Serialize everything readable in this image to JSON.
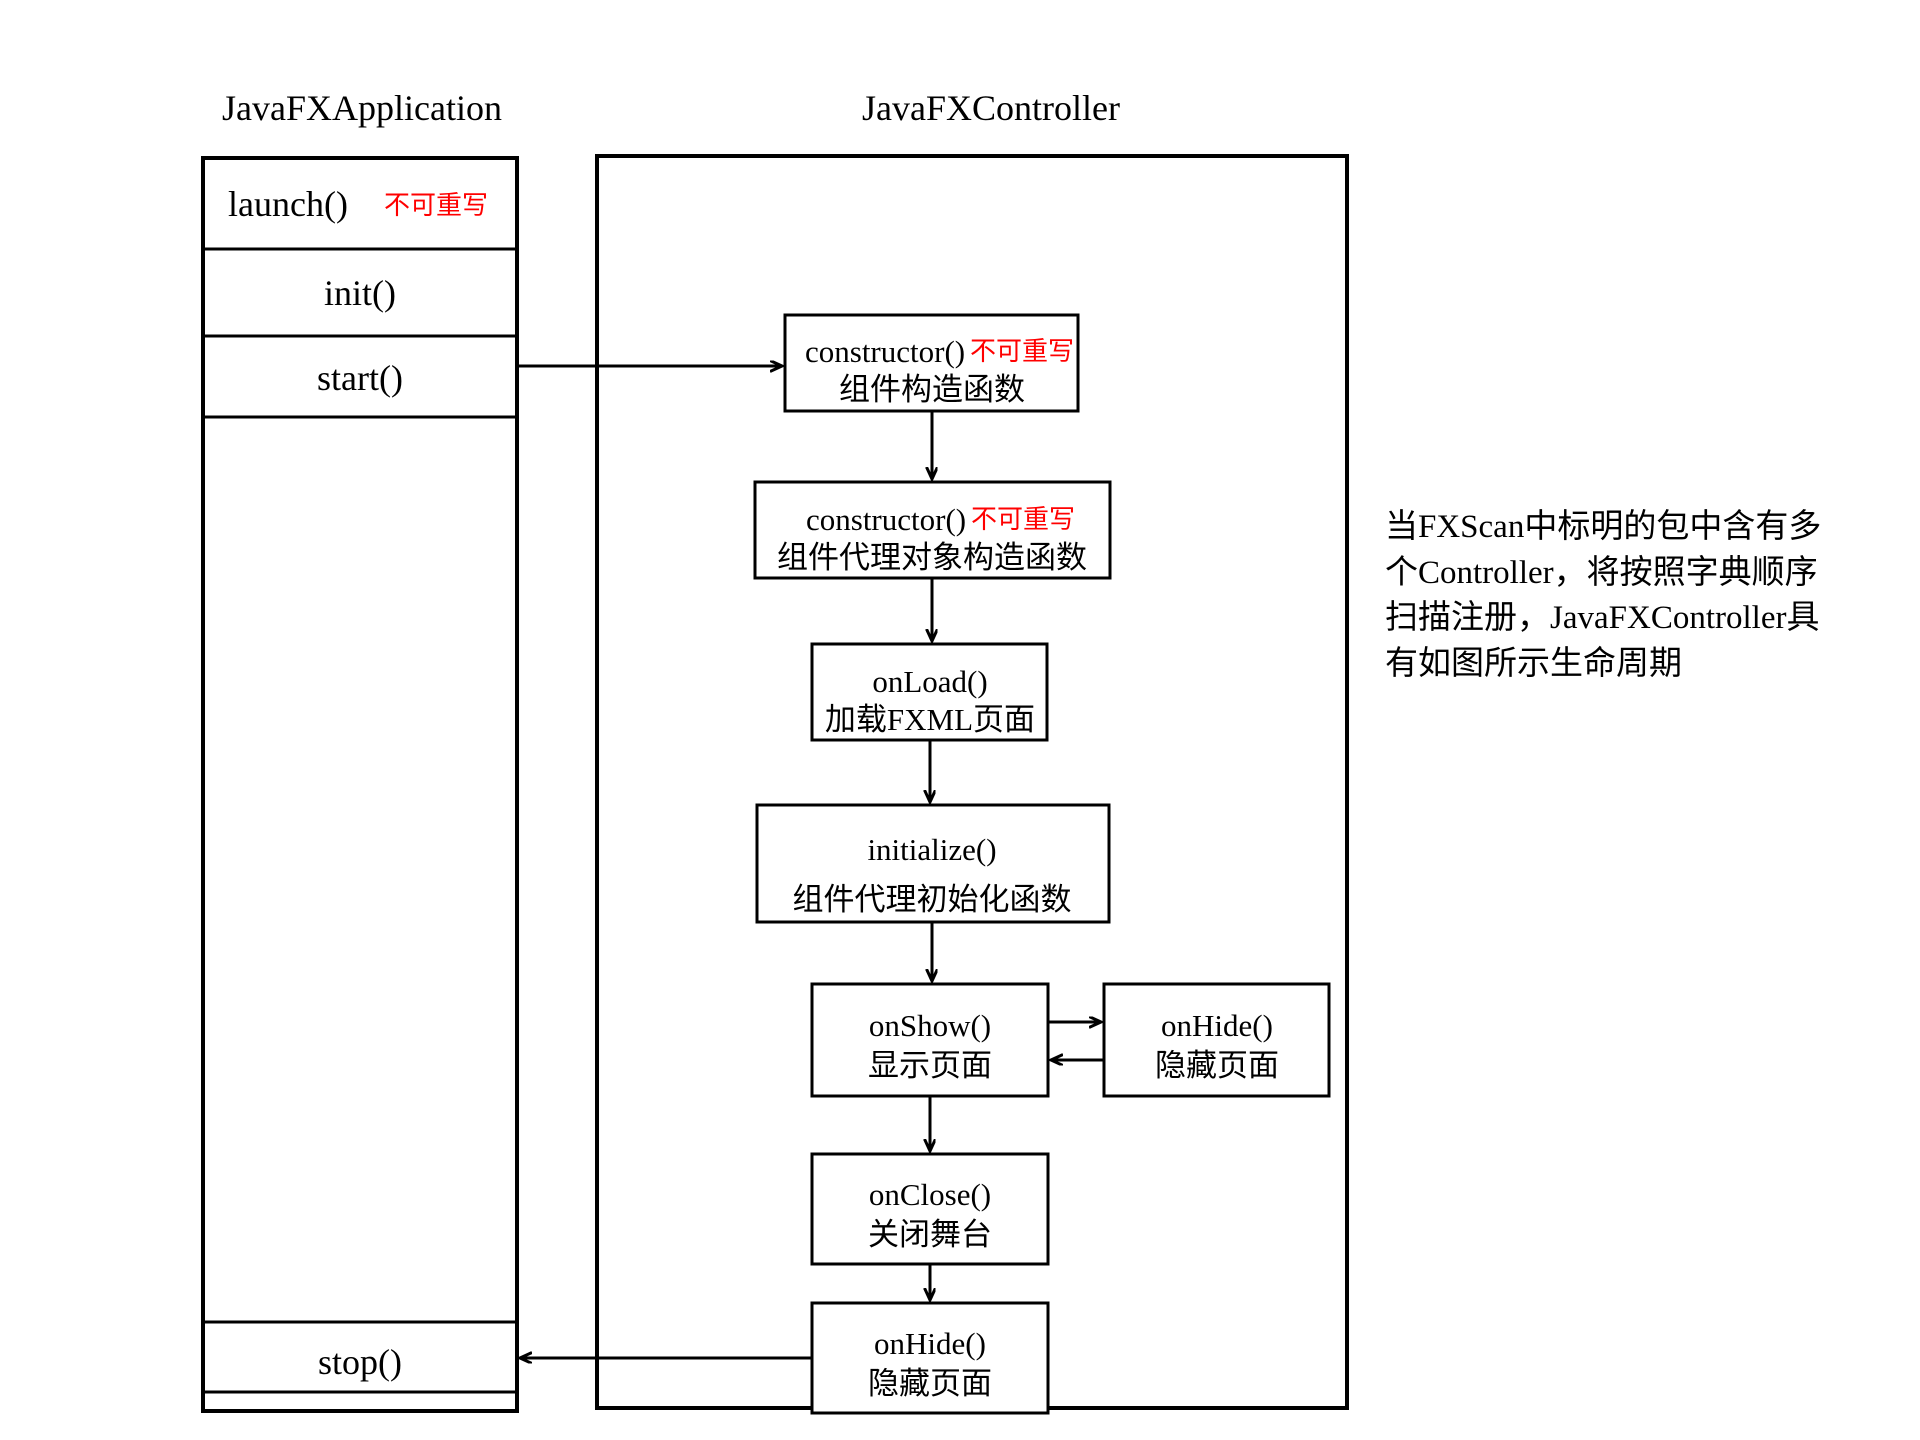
{
  "colors": {
    "stroke": "#000000",
    "background": "#ffffff",
    "warning": "#ff0000"
  },
  "lanes": [
    {
      "id": "application",
      "title": "JavaFXApplication"
    },
    {
      "id": "controller",
      "title": "JavaFXController"
    }
  ],
  "application_lane": {
    "title": "JavaFXApplication",
    "rows": [
      {
        "id": "launch",
        "label": "launch()",
        "warning": "不可重写"
      },
      {
        "id": "init",
        "label": "init()",
        "warning": ""
      },
      {
        "id": "start",
        "label": "start()",
        "warning": ""
      },
      {
        "id": "spacer-top",
        "label": "",
        "warning": ""
      },
      {
        "id": "stop",
        "label": "stop()",
        "warning": ""
      },
      {
        "id": "spacer-bottom",
        "label": "",
        "warning": ""
      }
    ]
  },
  "controller_lane": {
    "title": "JavaFXController",
    "steps": [
      {
        "id": "constructor-component",
        "label": "constructor()",
        "warning": "不可重写",
        "sublabel": "组件构造函数"
      },
      {
        "id": "constructor-proxy",
        "label": "constructor()",
        "warning": "不可重写",
        "sublabel": "组件代理对象构造函数"
      },
      {
        "id": "onload",
        "label": "onLoad()",
        "warning": "",
        "sublabel": "加载FXML页面"
      },
      {
        "id": "initialize",
        "label": "initialize()",
        "warning": "",
        "sublabel": "组件代理初始化函数"
      },
      {
        "id": "onshow",
        "label": "onShow()",
        "warning": "",
        "sublabel": "显示页面"
      },
      {
        "id": "onhide-side",
        "label": "onHide()",
        "warning": "",
        "sublabel": "隐藏页面"
      },
      {
        "id": "onclose",
        "label": "onClose()",
        "warning": "",
        "sublabel": "关闭舞台"
      },
      {
        "id": "onhide-final",
        "label": "onHide()",
        "warning": "",
        "sublabel": "隐藏页面"
      }
    ]
  },
  "connections": [
    {
      "id": "start-to-constructor",
      "from": "start",
      "to": "constructor-component",
      "direction": "right"
    },
    {
      "id": "constructor-to-proxy",
      "from": "constructor-component",
      "to": "constructor-proxy",
      "direction": "down"
    },
    {
      "id": "proxy-to-onload",
      "from": "constructor-proxy",
      "to": "onload",
      "direction": "down"
    },
    {
      "id": "onload-to-initialize",
      "from": "onload",
      "to": "initialize",
      "direction": "down"
    },
    {
      "id": "initialize-to-onshow",
      "from": "initialize",
      "to": "onshow",
      "direction": "down"
    },
    {
      "id": "onshow-to-onhide",
      "from": "onshow",
      "to": "onhide-side",
      "direction": "right"
    },
    {
      "id": "onhide-to-onshow",
      "from": "onhide-side",
      "to": "onshow",
      "direction": "left"
    },
    {
      "id": "onshow-to-onclose",
      "from": "onshow",
      "to": "onclose",
      "direction": "down"
    },
    {
      "id": "onclose-to-onhide-final",
      "from": "onclose",
      "to": "onhide-final",
      "direction": "down"
    },
    {
      "id": "onhide-final-to-stop",
      "from": "onhide-final",
      "to": "stop",
      "direction": "left"
    }
  ],
  "note": {
    "id": "controller-scan-note",
    "text": "当FXScan中标明的包中含有多个Controller，将按照字典顺序扫描注册，JavaFXController具有如图所示生命周期"
  }
}
